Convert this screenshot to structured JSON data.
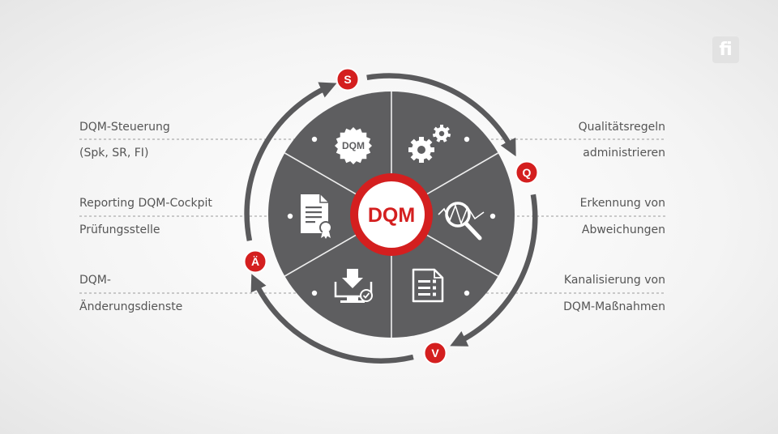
{
  "center_label": "DQM",
  "steps": [
    "S",
    "Q",
    "V",
    "Ä"
  ],
  "badge_dqm": "DQM",
  "left_labels": [
    {
      "line1": "DQM-Steuerung",
      "line2": "(Spk, SR, FI)"
    },
    {
      "line1": "Reporting DQM-Cockpit",
      "line2": "Prüfungsstelle"
    },
    {
      "line1": "DQM-",
      "line2": "Änderungsdienste"
    }
  ],
  "right_labels": [
    {
      "line1": "Qualitätsregeln",
      "line2": "administrieren"
    },
    {
      "line1": "Erkennung von",
      "line2": "Abweichungen"
    },
    {
      "line1": "Kanalisierung von",
      "line2": "DQM-Maßnahmen"
    }
  ],
  "logo": "fi",
  "colors": {
    "accent": "#d41f1f",
    "segment": "#5e5e60",
    "arrow": "#5a5a5c",
    "text": "#555555"
  },
  "icons": [
    "dqm-badge-icon",
    "gears-icon",
    "chart-magnifier-icon",
    "checklist-document-icon",
    "download-monitor-icon",
    "certificate-document-icon"
  ]
}
